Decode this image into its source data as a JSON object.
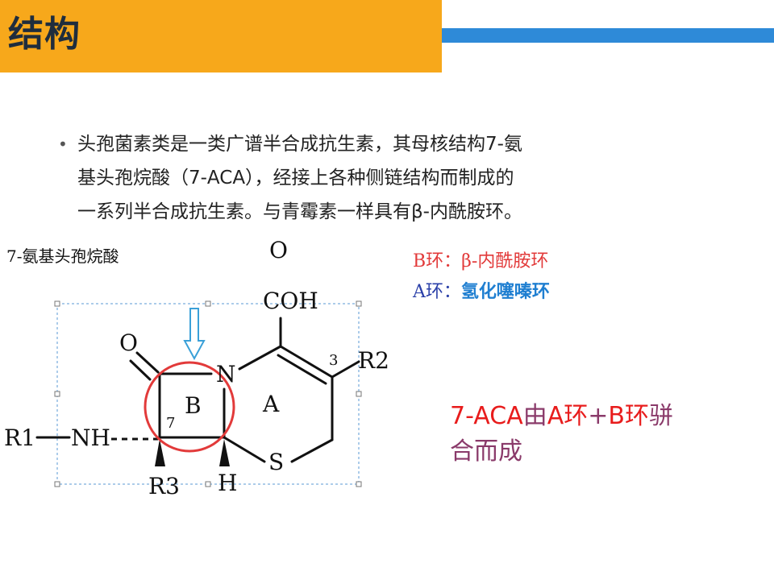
{
  "slide": {
    "title": "结构",
    "bullet_lines": [
      "头孢菌素类是一类广谱半合成抗生素，其母核结构7-氨",
      "基头孢烷酸（7-ACA），经接上各种侧链结构而制成的",
      "一系列半合成抗生素。与青霉素一样具有β-内酰胺环。"
    ],
    "bullet_char": "•"
  },
  "structure": {
    "caption": "7-氨基头孢烷酸",
    "atoms": {
      "o_top": "O",
      "coh": "COH",
      "o_left": "O",
      "n": "N",
      "num_3": "3",
      "r2": "R2",
      "b": "B",
      "a": "A",
      "num_7": "7",
      "r1": "R1",
      "nh": "NH",
      "s": "S",
      "r3": "R3",
      "h": "H"
    }
  },
  "legend": {
    "b_ring_label": "B环：",
    "b_ring_value": "β-内酰胺环",
    "a_ring_label": "A环：",
    "a_ring_value": "氢化噻嗪环"
  },
  "summary": {
    "part1": "7-ACA",
    "part2": "由",
    "part3": "A环",
    "part4": "+",
    "part5": "B环",
    "part6": "骈",
    "line2": "合而成"
  },
  "colors": {
    "title_bar": "#f7a81b",
    "accent_line": "#2e8ad8",
    "ring_circle": "#e23a3a",
    "arrow": "#3aa0d8"
  }
}
